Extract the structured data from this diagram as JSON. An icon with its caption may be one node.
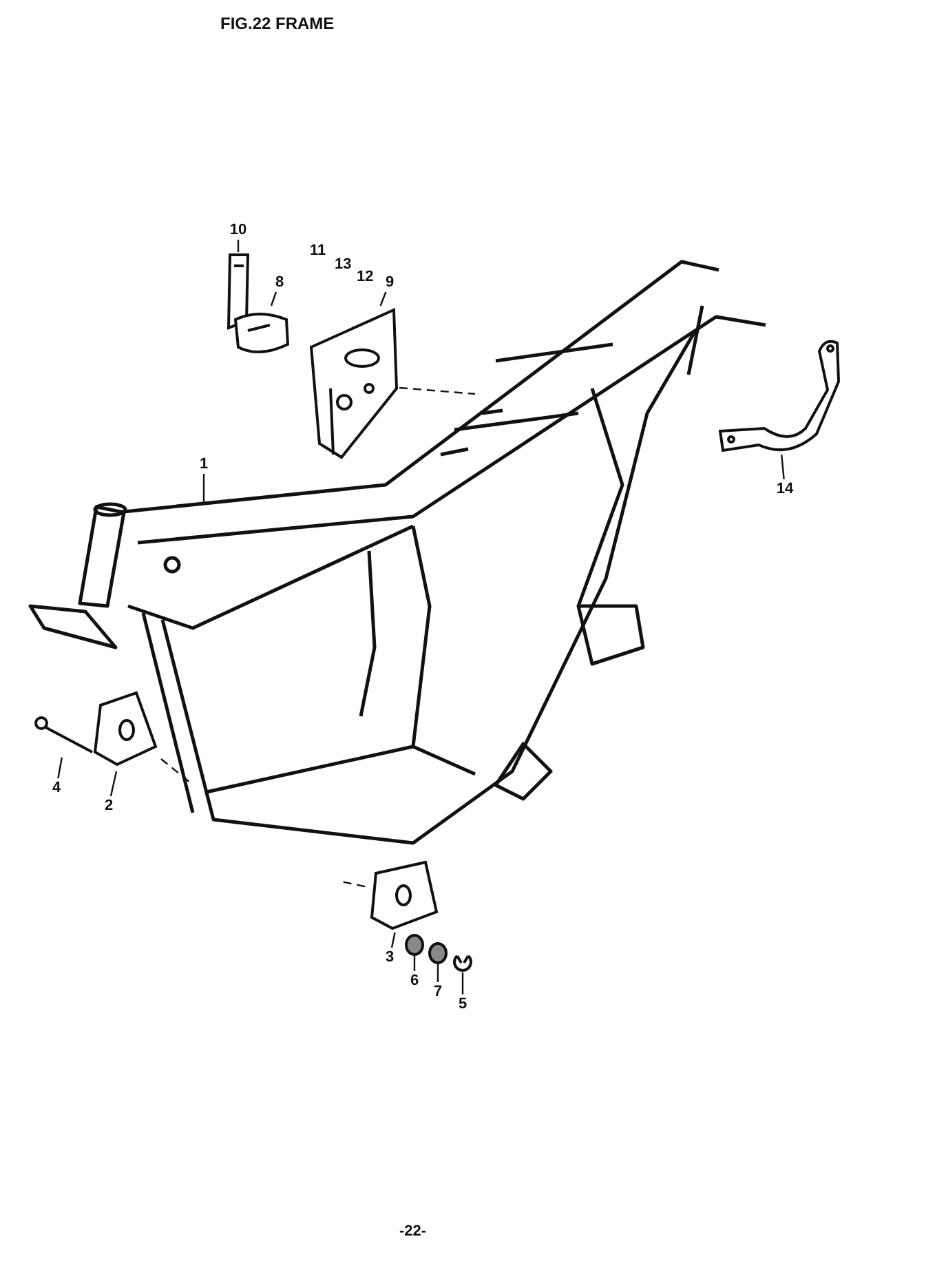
{
  "diagram": {
    "title": "FIG.22 FRAME",
    "nodes": [
      {
        "text": [
          "10"
        ]
      },
      {
        "text": [],
        "shape": "picture"
      },
      {
        "text": [
          "8"
        ]
      },
      {
        "text": [],
        "shape": "picture"
      },
      {
        "text": [
          "9"
        ]
      },
      {
        "text": [],
        "shape": "picture"
      },
      {
        "text": [
          "1"
        ]
      },
      {
        "text": [
          "14"
        ]
      },
      {
        "text": [],
        "shape": "picture"
      },
      {
        "text": [
          "4"
        ]
      },
      {
        "text": [],
        "shape": "picture"
      },
      {
        "text": [
          "2"
        ]
      },
      {
        "text": [],
        "shape": "picture"
      },
      {
        "text": [
          "3"
        ]
      },
      {
        "text": [],
        "shape": "picture"
      },
      {
        "text": [
          "6"
        ]
      },
      {
        "text": [],
        "shape": "circle"
      },
      {
        "text": [
          "7"
        ]
      },
      {
        "text": [],
        "shape": "circle"
      },
      {
        "text": [
          "5"
        ]
      },
      {
        "text": [],
        "shape": "picture"
      }
    ],
    "edges": [
      {
        "from": 0,
        "to": 1,
        "arrow": "none"
      },
      {
        "from": 2,
        "to": 3,
        "arrow": "none"
      },
      {
        "from": 4,
        "to": 5,
        "arrow": "none"
      },
      {
        "from": 6,
        "to": null,
        "arrow": "none"
      },
      {
        "from": 7,
        "to": 8,
        "arrow": "none"
      },
      {
        "from": 9,
        "to": 10,
        "arrow": "none"
      },
      {
        "from": 11,
        "to": 12,
        "arrow": "none"
      },
      {
        "from": 13,
        "to": 14,
        "arrow": "none"
      },
      {
        "from": 15,
        "to": 16,
        "arrow": "none"
      },
      {
        "from": 17,
        "to": 18,
        "arrow": "none"
      },
      {
        "from": 19,
        "to": 20,
        "arrow": "none"
      },
      {
        "from": 5,
        "to": null,
        "arrow": "none",
        "style": "dashed"
      },
      {
        "from": 12,
        "to": null,
        "arrow": "none",
        "style": "dashed"
      },
      {
        "from": 14,
        "to": null,
        "arrow": "none",
        "style": "dashed"
      }
    ],
    "labels": [
      "11",
      "13",
      "12",
      "-22-"
    ]
  }
}
